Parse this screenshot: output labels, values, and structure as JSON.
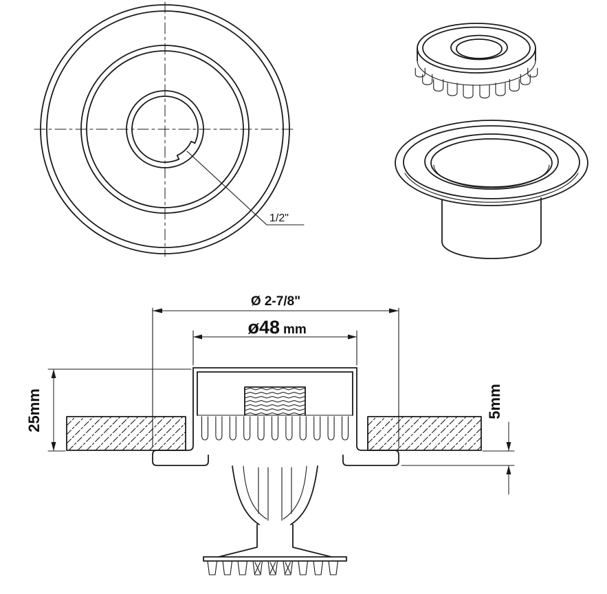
{
  "labels": {
    "notch_size": "1/2\"",
    "outer_diameter": "Ø 2-7/8\"",
    "inner_diameter_value": "ø48",
    "inner_diameter_unit": "mm",
    "recess_depth": "25mm",
    "protrusion": "5mm"
  },
  "colors": {
    "line": "#1a1a1a",
    "background": "#ffffff"
  }
}
